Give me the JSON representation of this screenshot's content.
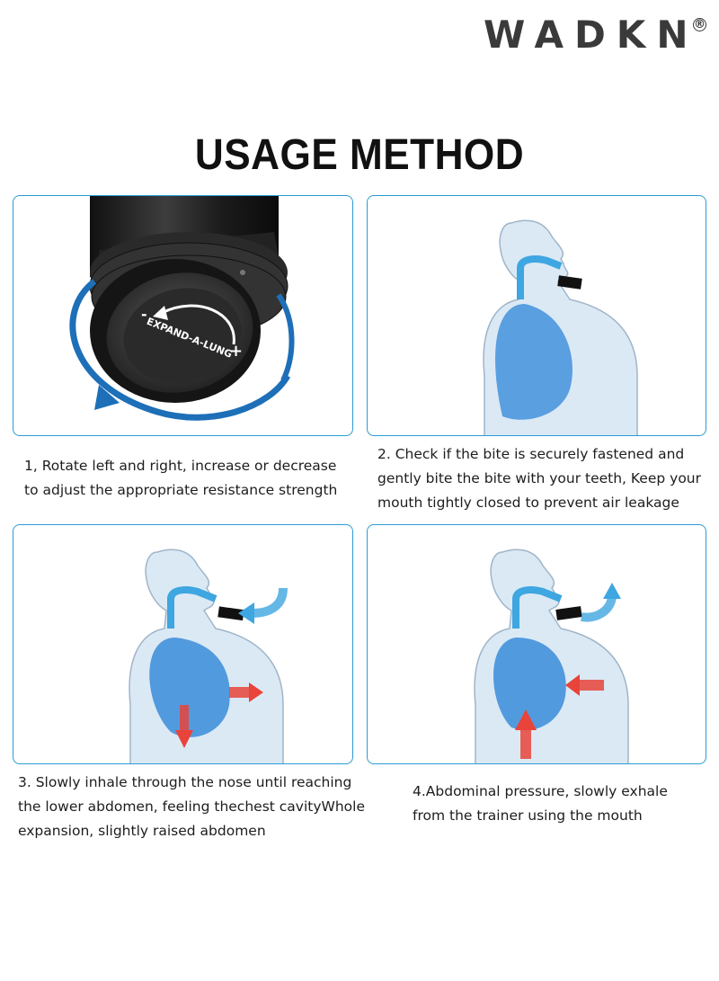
{
  "brand": {
    "logo_text": "WADKN",
    "registered_mark": "®"
  },
  "header": {
    "title": "USAGE METHOD"
  },
  "device": {
    "dial_text": "EXPAND-A-LUNG",
    "minus_sign": "-",
    "plus_sign": "+"
  },
  "steps": [
    {
      "lines": [
        "1, Rotate left and right, increase or  decrease",
        "to adjust the appropriate resistance strength"
      ]
    },
    {
      "lines": [
        "2. Check if the bite is securely fastened and",
        "gently bite the bite with your teeth, Keep your",
        "mouth tightly closed to prevent air leakage"
      ]
    },
    {
      "lines": [
        "3. Slowly inhale through the nose until reaching",
        "the lower abdomen, feeling thechest cavityWhole",
        "expansion, slightly raised abdomen"
      ]
    },
    {
      "lines": [
        "4.Abdominal pressure, slowly exhale",
        "from the trainer using the mouth"
      ]
    }
  ],
  "colors": {
    "panel_border": "#2b9bd6",
    "rotation_arrow": "#1d6fb8",
    "lung_blue": "#2f86d8",
    "airway": "#3ea6e0",
    "arrow_red": "#e8443a",
    "body_fill": "#dbe9f5"
  }
}
